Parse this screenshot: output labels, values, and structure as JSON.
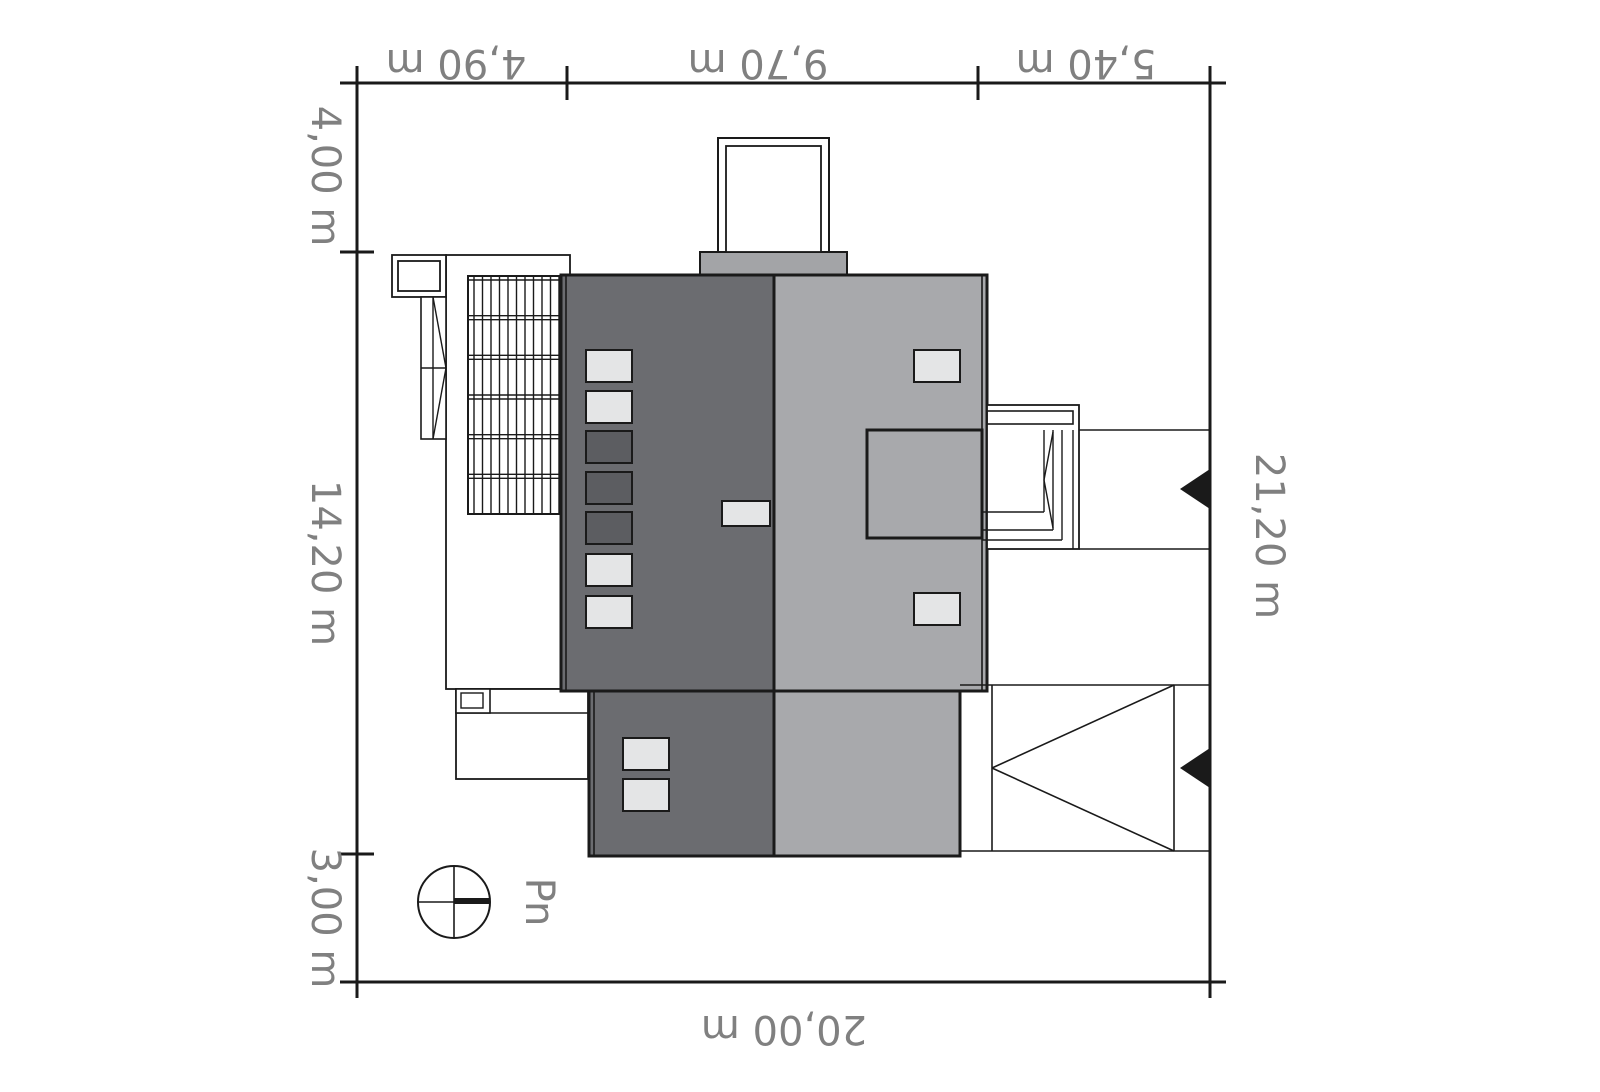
{
  "dimensions": {
    "top": [
      "4,90 m",
      "9,70 m",
      "5,40 m"
    ],
    "left": [
      "4,00 m",
      "14,20 m",
      "3,00 m"
    ],
    "right": "21,20 m",
    "bottom": "20,00 m"
  },
  "compass": {
    "label": "Pn"
  },
  "colors": {
    "roof_dark": "#6b6c70",
    "roof_light": "#a8a9ac",
    "roof_ridge_grey": "#a3a4a7",
    "window_light": "#e4e5e6",
    "window_dark": "#5c5d61",
    "stroke": "#1a1a1a",
    "dimension_text": "#808080"
  },
  "icons": {
    "entrance_markers": "triangle-arrow-icon",
    "compass": "north-arrow-icon"
  }
}
